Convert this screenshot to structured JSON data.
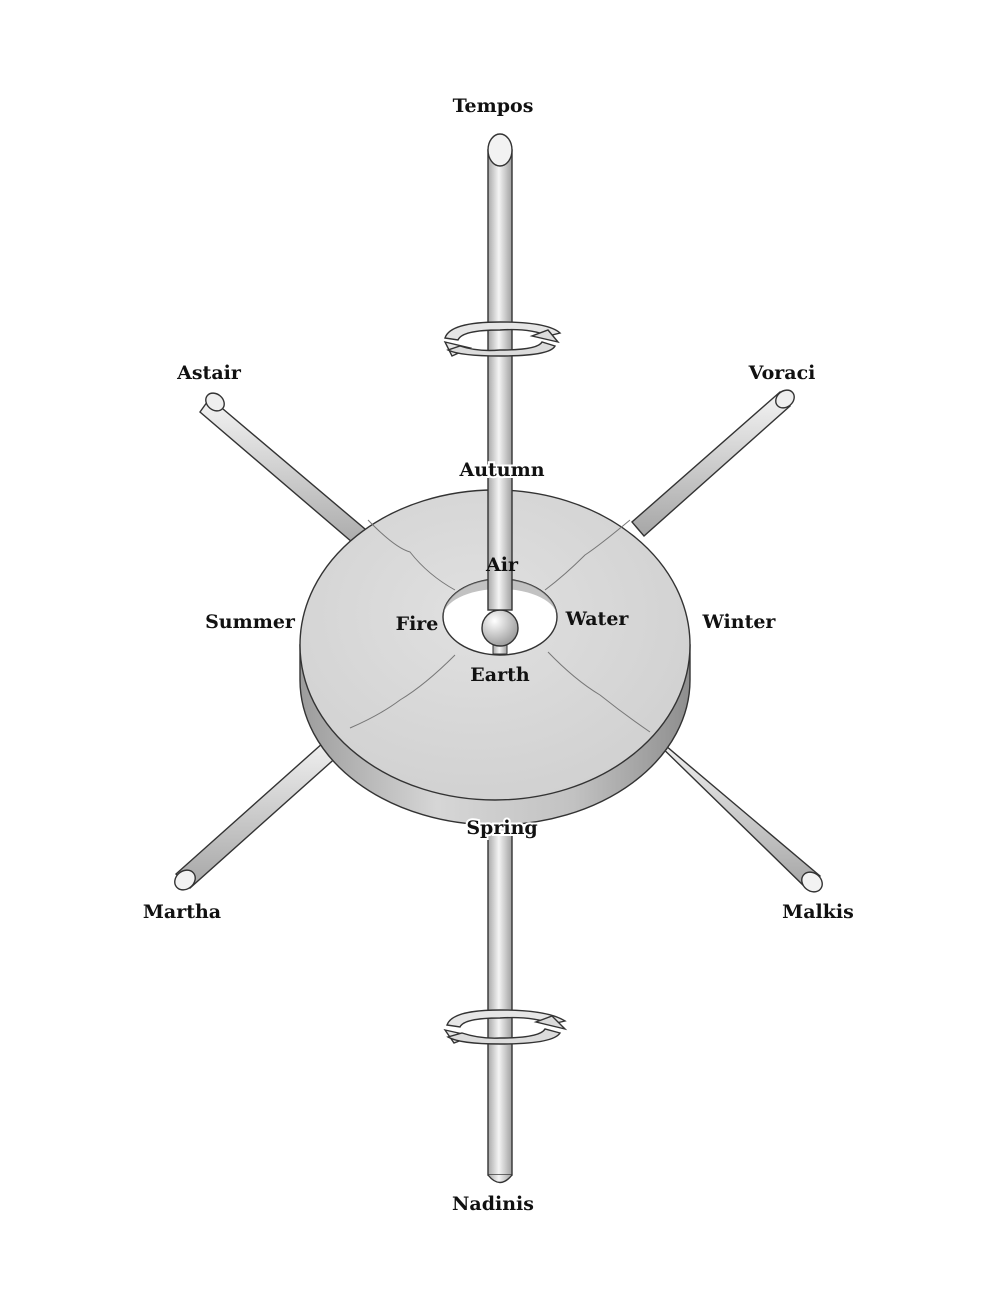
{
  "colors": {
    "disc_top": "#d8d8d8",
    "disc_side": "#b8b8b8",
    "rod_light": "#f2f2f2",
    "rod_dark": "#a8a8a8",
    "line": "#333333",
    "text": "#111111"
  },
  "axis_labels": {
    "top": "Tempos",
    "bottom": "Nadinis",
    "upper_left": "Astair",
    "upper_right": "Voraci",
    "lower_left": "Martha",
    "lower_right": "Malkis"
  },
  "season_labels": {
    "north": "Autumn",
    "west": "Summer",
    "east": "Winter",
    "south": "Spring"
  },
  "element_labels": {
    "north": "Air",
    "west": "Fire",
    "east": "Water",
    "south": "Earth"
  },
  "icons": {
    "rotation_top": "rotation-arrows-icon",
    "rotation_bottom": "rotation-arrows-icon"
  }
}
